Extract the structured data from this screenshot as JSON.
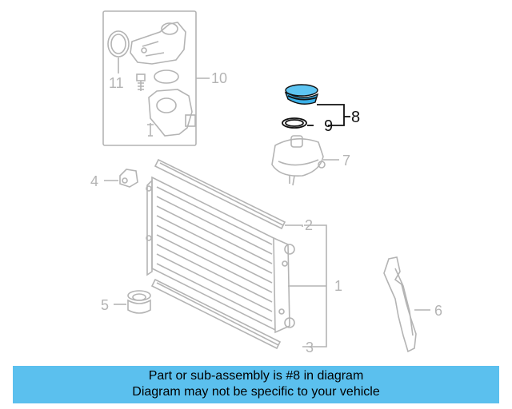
{
  "callouts": {
    "c1": "1",
    "c2": "2",
    "c3": "3",
    "c4": "4",
    "c5": "5",
    "c6": "6",
    "c7": "7",
    "c8": "8",
    "c9": "9",
    "c10": "10",
    "c11": "11"
  },
  "highlight_color": "#3ab0e8",
  "banner": {
    "line1": "Part or sub-assembly is #8 in diagram",
    "line2": "Diagram may not be specific to your vehicle",
    "color": "#5bc0ee"
  }
}
